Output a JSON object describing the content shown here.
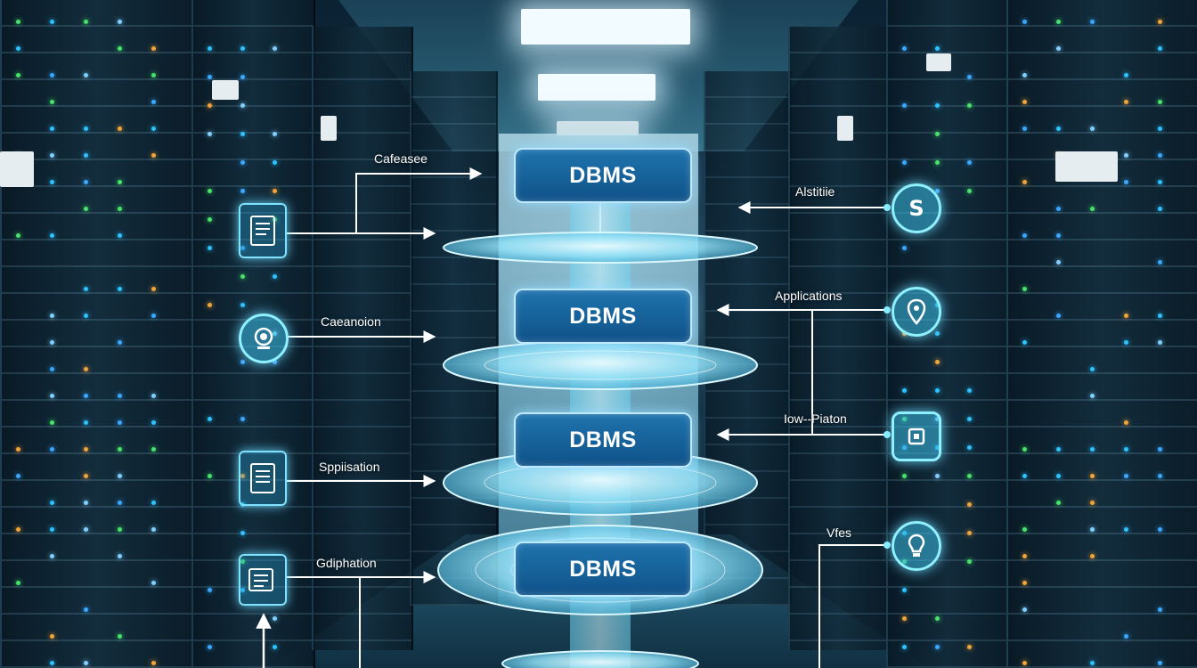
{
  "colors": {
    "accent_glow": "#7fe3ff",
    "dbms_fill": "#1562a0",
    "disc_fill": "#8fe0f7",
    "label_text": "#ffffff"
  },
  "diagram": {
    "dbms_layers": [
      {
        "label": "DBMS"
      },
      {
        "label": "DBMS"
      },
      {
        "label": "DBMS"
      },
      {
        "label": "DBMS"
      }
    ],
    "left_labels": [
      "Cafeasee",
      "Caeanoion",
      "Sppiisation",
      "Gdiphation"
    ],
    "right_labels": [
      "Alstitiie",
      "Applications",
      "Iow--Piaton",
      "Vfes"
    ]
  },
  "icons": {
    "left": [
      "document-icon",
      "webcam-icon",
      "document-icon",
      "document-stack-icon",
      "up-arrow-icon"
    ],
    "right": [
      "dollar-icon",
      "location-pin-icon",
      "chip-icon",
      "lightbulb-icon"
    ]
  }
}
